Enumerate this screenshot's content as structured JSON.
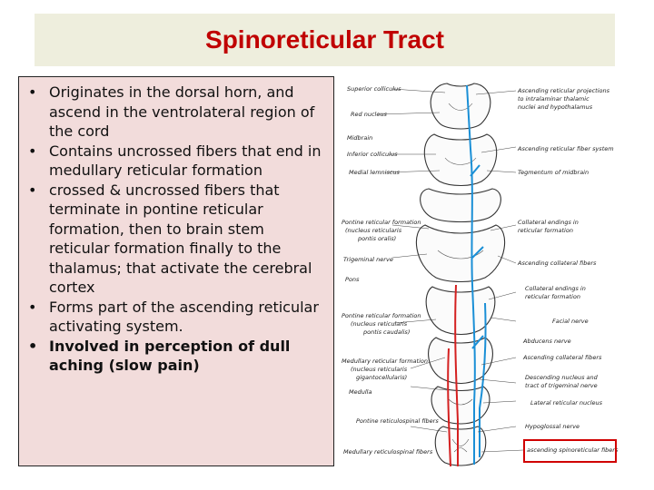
{
  "title": "Spinoreticular Tract",
  "bullets": [
    {
      "text": "Originates in the dorsal horn, and ascend in the ventrolateral region of the cord",
      "bold": false
    },
    {
      "text": "Contains uncrossed fibers that end in medullary reticular formation",
      "bold": false
    },
    {
      "text": "crossed & uncrossed fibers that terminate in pontine reticular formation, then to brain stem reticular formation finally to the thalamus; that activate the cerebral cortex",
      "bold": false
    },
    {
      "text": "Forms part of the ascending reticular activating system.",
      "bold": false
    },
    {
      "text": "Involved in perception of dull aching (slow pain)",
      "bold": true
    }
  ],
  "bullet_char": "•",
  "figure_labels": {
    "left": [
      "Superior colliculus",
      "Red nucleus",
      "Midbrain",
      "Inferior colliculus",
      "Medial lemniscus",
      "Pontine reticular formation",
      "(nucleus reticularis",
      "pontis oralis)",
      "Trigeminal nerve",
      "Pons",
      "Pontine reticular formation",
      "(nucleus reticularis",
      "pontis caudalis)",
      "Medullary reticular formation",
      "(nucleus reticularis",
      "gigantocellularis)",
      "Medulla",
      "Pontine reticulospinal fibers",
      "Medullary reticulospinal fibers"
    ],
    "right": [
      "Ascending reticular projections",
      "to intralaminar thalamic",
      "nuclei and hypothalamus",
      "Ascending reticular fiber system",
      "Tegmentum of midbrain",
      "Collateral endings in",
      "reticular formation",
      "Ascending collateral fibers",
      "Collateral endings in",
      "reticular formation",
      "Facial nerve",
      "Abducens nerve",
      "Ascending collateral fibers",
      "Descending nucleus and",
      "tract of trigeminal nerve",
      "Lateral reticular nucleus",
      "Hypoglossal nerve",
      "ascending spinoreticular fibers"
    ]
  },
  "colors": {
    "title": "#c00000",
    "fiber_blue": "#1a8fd6",
    "fiber_red": "#d42020",
    "highlight": "#d00000"
  }
}
